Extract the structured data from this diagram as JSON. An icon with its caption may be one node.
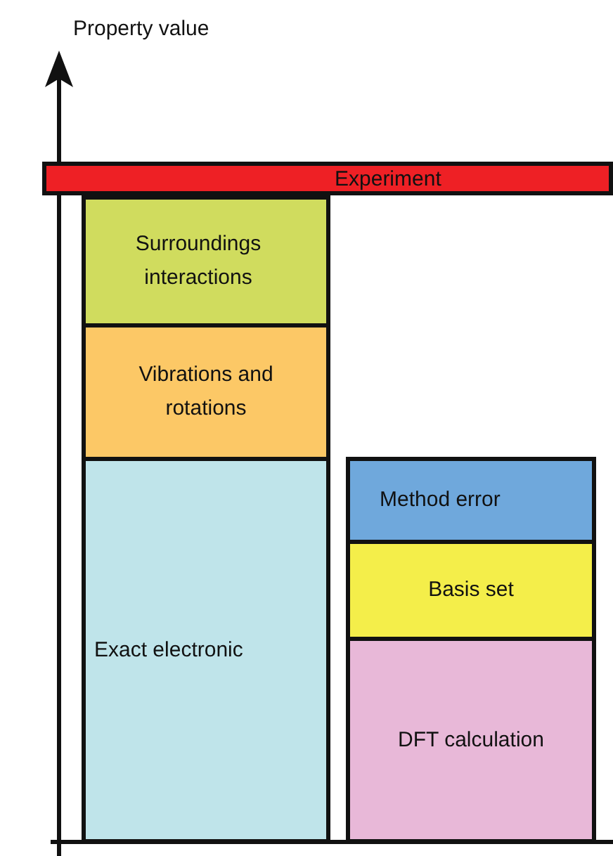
{
  "diagram": {
    "nodes": [
      {
        "text": [
          "Experiment"
        ]
      },
      {
        "text": [
          "Surroundings interactions"
        ]
      },
      {
        "text": [
          "Vibrations and rotations"
        ]
      },
      {
        "text": [
          "Exact electronic"
        ]
      },
      {
        "text": [
          "Method error"
        ]
      },
      {
        "text": [
          "Basis set"
        ]
      },
      {
        "text": [
          "DFT calculation"
        ]
      }
    ],
    "edges": [],
    "labels": [
      "Property value"
    ]
  }
}
